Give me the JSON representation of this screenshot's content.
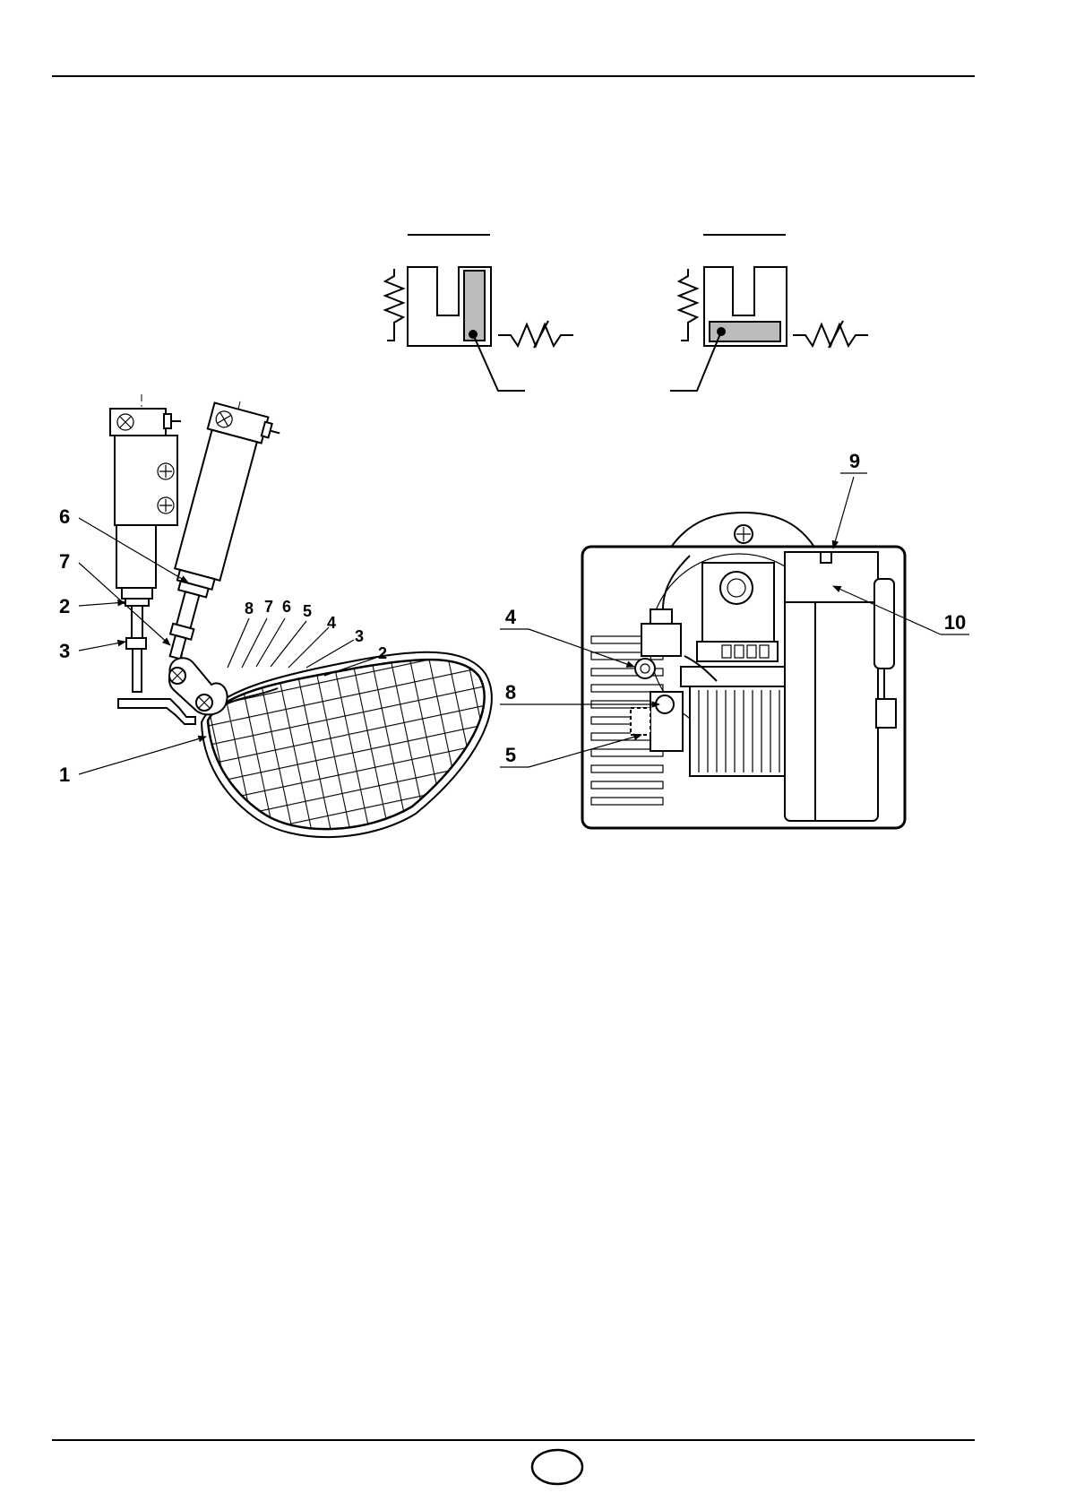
{
  "callouts_left": {
    "c6": "6",
    "c7": "7",
    "c2": "2",
    "c3": "3",
    "c1": "1"
  },
  "fan_labels": [
    "8",
    "7",
    "6",
    "5",
    "4",
    "3",
    "2"
  ],
  "callouts_right": {
    "c9": "9",
    "c10": "10",
    "c4": "4",
    "c8": "8",
    "c5": "5"
  },
  "page_number": "",
  "colors": {
    "ink": "#000000",
    "fill_grey": "#bbbbbb"
  }
}
